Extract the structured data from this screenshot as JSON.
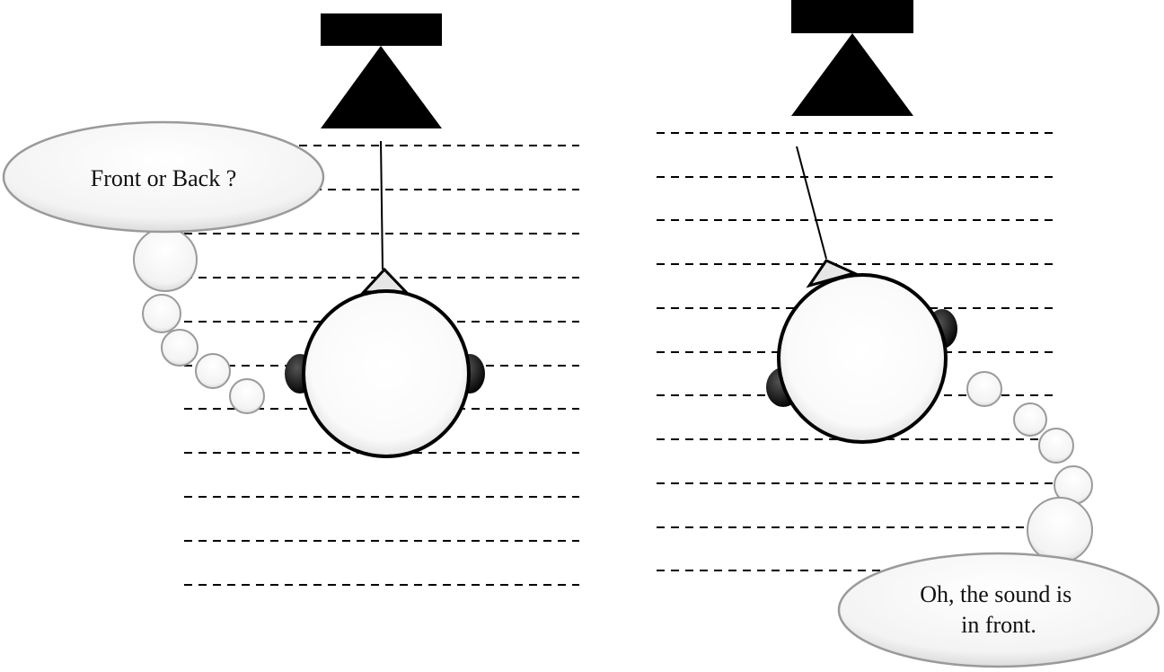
{
  "left_panel": {
    "thought": {
      "lines": [
        "Front or Back ?"
      ]
    }
  },
  "right_panel": {
    "thought": {
      "lines": [
        "Oh, the sound is",
        "in front."
      ]
    }
  },
  "colors": {
    "ink": "#000000",
    "bubble_fill": "#f4f4f4",
    "bubble_edge": "#9a9a9a"
  }
}
